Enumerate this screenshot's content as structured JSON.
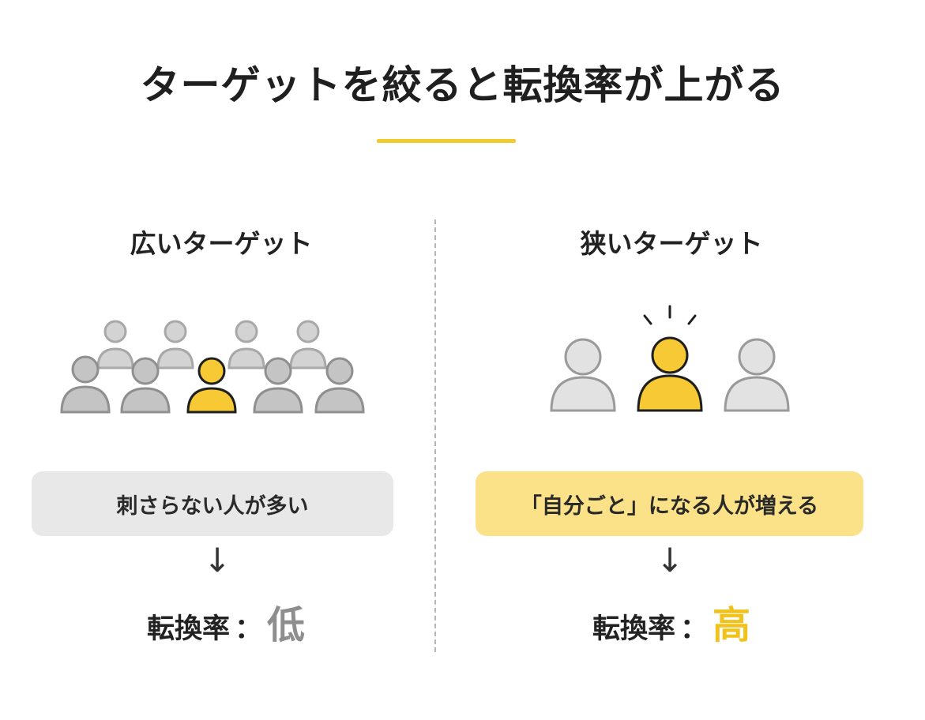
{
  "title": "ターゲットを絞ると転換率が上がる",
  "colors": {
    "accent": "#f2cc2f",
    "highlight_person": "#f6c935",
    "person_gray": "#c4c4c4",
    "pill_gray": "#e8e8e8",
    "pill_yellow": "#fbe188",
    "low_value": "#8e8e8e",
    "high_value": "#f1c21b"
  },
  "left": {
    "heading": "広いターゲット",
    "icon": "crowd-icon",
    "message": "刺さらない人が多い",
    "arrow": "↓",
    "result_label": "転換率",
    "result_colon": "：",
    "result_value": "低"
  },
  "right": {
    "heading": "狭いターゲット",
    "icon": "focused-person-icon",
    "message": "「自分ごと」になる人が増える",
    "arrow": "↓",
    "result_label": "転換率",
    "result_colon": "：",
    "result_value": "高"
  }
}
